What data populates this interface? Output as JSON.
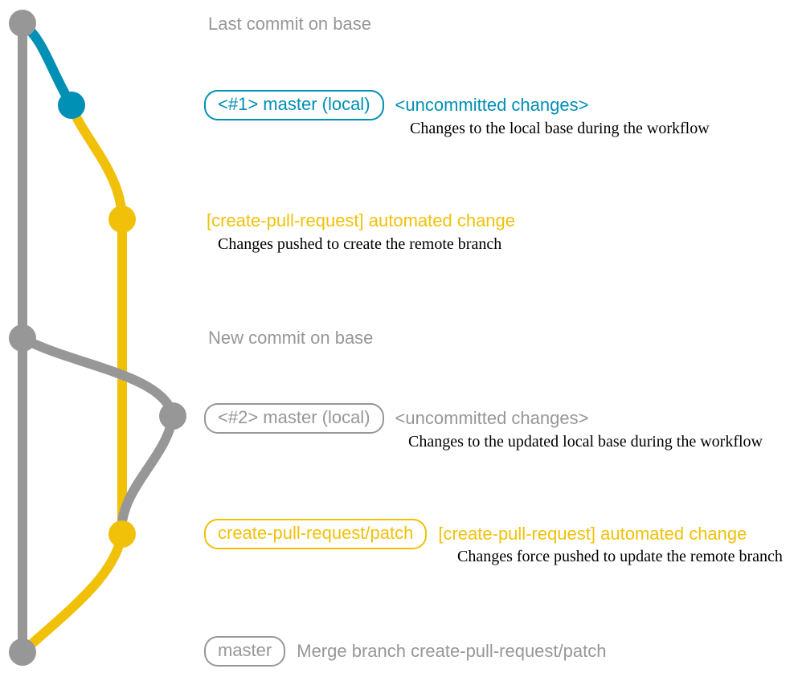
{
  "colors": {
    "base_gray": "#979797",
    "local_blue": "#008fb5",
    "patch_yellow": "#f1c109",
    "description_text": "#000000",
    "background": "#ffffff"
  },
  "graph": {
    "type": "git-commit-graph",
    "commits": [
      {
        "name": "last-commit-on-base",
        "color": "#979797"
      },
      {
        "name": "uncommitted-changes-1",
        "color": "#008fb5"
      },
      {
        "name": "automated-change-1",
        "color": "#f1c109"
      },
      {
        "name": "new-commit-on-base",
        "color": "#979797"
      },
      {
        "name": "uncommitted-changes-2",
        "color": "#979797"
      },
      {
        "name": "automated-change-2",
        "color": "#f1c109"
      },
      {
        "name": "merge-commit",
        "color": "#979797"
      }
    ]
  },
  "rows": {
    "last_commit": {
      "label": "Last commit on base"
    },
    "local1": {
      "badge": "<#1> master (local)",
      "heading": "<uncommitted changes>",
      "desc": "Changes to the local base during the workflow"
    },
    "auto1": {
      "heading": "[create-pull-request] automated change",
      "desc": "Changes pushed to create the remote branch"
    },
    "new_commit": {
      "label": "New commit on base"
    },
    "local2": {
      "badge": "<#2> master (local)",
      "heading": "<uncommitted changes>",
      "desc": "Changes to the updated local base during the workflow"
    },
    "auto2": {
      "badge": "create-pull-request/patch",
      "heading": "[create-pull-request] automated change",
      "desc": "Changes force pushed to update the remote branch"
    },
    "merge": {
      "badge": "master",
      "label": "Merge branch create-pull-request/patch"
    }
  }
}
